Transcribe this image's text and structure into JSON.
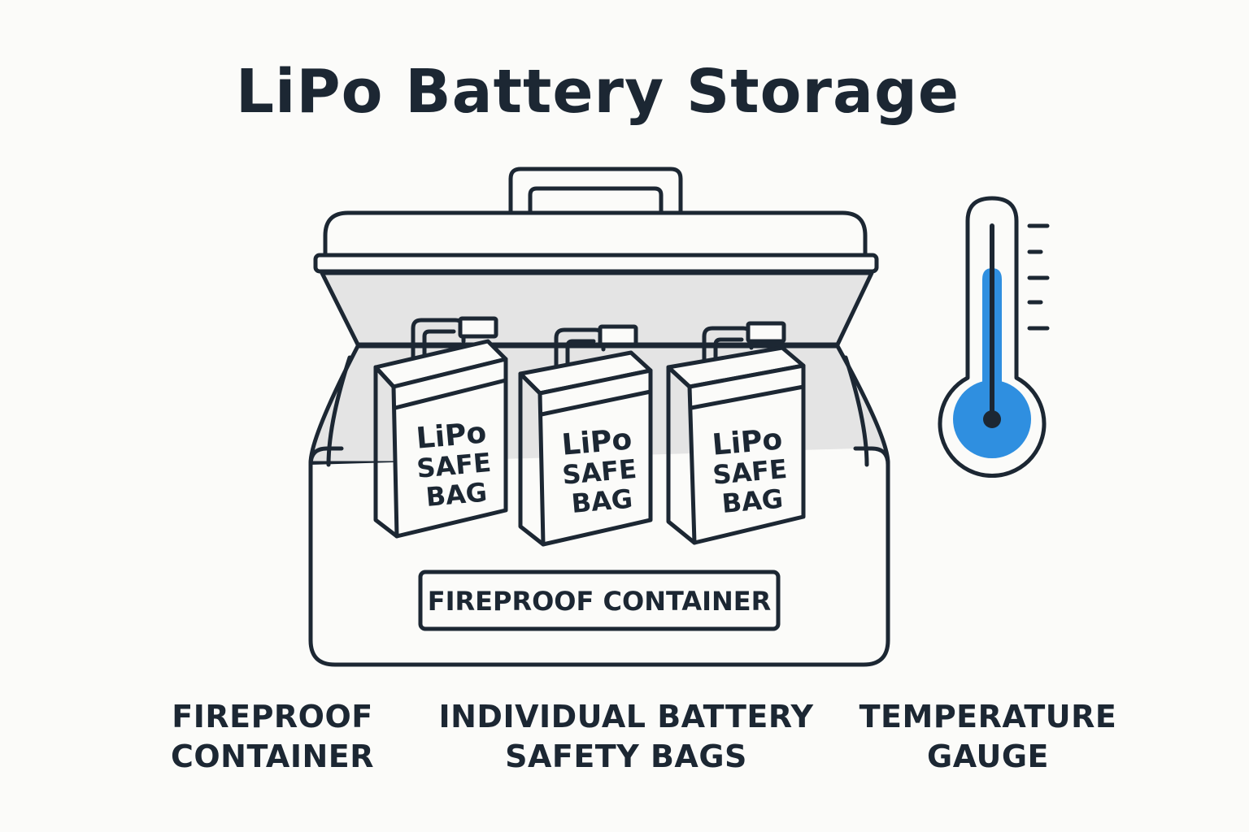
{
  "title": "LiPo Battery Storage",
  "container_label": "FIREPROOF CONTAINER",
  "bags": [
    {
      "line1": "LiPo",
      "line2": "SAFE",
      "line3": "BAG"
    },
    {
      "line1": "LiPo",
      "line2": "SAFE",
      "line3": "BAG"
    },
    {
      "line1": "LiPo",
      "line2": "SAFE",
      "line3": "BAG"
    }
  ],
  "captions": {
    "container": "FIREPROOF\nCONTAINER",
    "bags": "INDIVIDUAL BATTERY\nSAFETY BAGS",
    "gauge": "TEMPERATURE\nGAUGE"
  },
  "icons": [
    "fireproof-container-icon",
    "safety-bag-icon",
    "thermometer-icon"
  ],
  "colors": {
    "outline": "#1c2733",
    "thermometer_fill": "#2f8fe0",
    "container_interior": "#e4e4e4",
    "background": "#fbfbf9"
  }
}
